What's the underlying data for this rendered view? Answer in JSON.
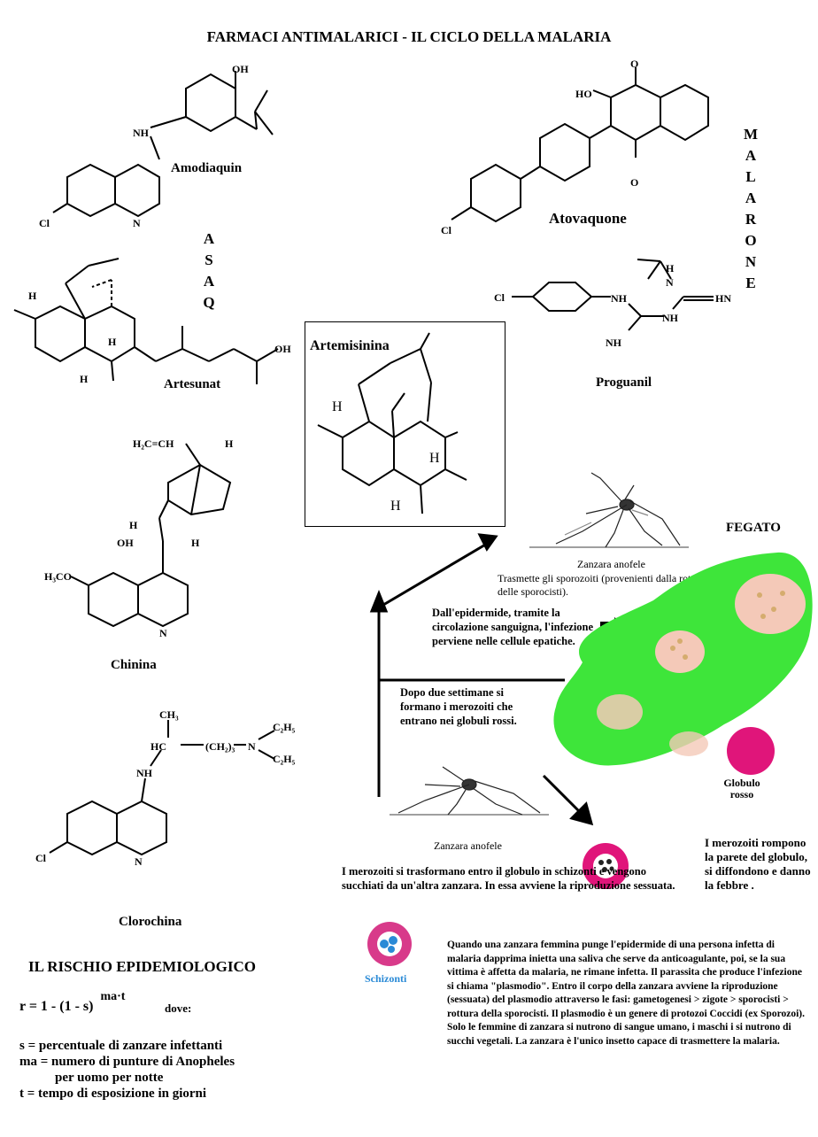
{
  "title": "FARMACI ANTIMALARICI - IL CICLO DELLA MALARIA",
  "drugs": {
    "amodiaquin": {
      "name": "Amodiaquin",
      "atoms": {
        "oh": "OH",
        "nh": "NH",
        "cl": "Cl",
        "n": "N"
      }
    },
    "artesunat": {
      "name": "Artesunat",
      "atoms": {
        "h1": "H",
        "h2": "H",
        "h3": "H",
        "oh": "OH"
      }
    },
    "chinina": {
      "name": "Chinina",
      "atoms": {
        "vinyl": "H₂C=CH",
        "h1": "H",
        "h2": "H",
        "oh": "OH",
        "h3": "H",
        "methoxy": "H₃CO",
        "n": "N"
      }
    },
    "clorochina": {
      "name": "Clorochina",
      "atoms": {
        "ch3": "CH₃",
        "hc": "HC",
        "chain": "(CH₂)₃",
        "n": "N",
        "c2h5a": "C₂H₅",
        "c2h5b": "C₂H₅",
        "nh": "NH",
        "cl": "Cl",
        "n2": "N"
      }
    },
    "artemisinina": {
      "name": "Artemisinina",
      "atoms": {
        "h1": "H",
        "h2": "H",
        "h3": "H"
      }
    },
    "atovaquone": {
      "name": "Atovaquone",
      "atoms": {
        "ho": "HO",
        "cl": "Cl"
      }
    },
    "proguanil": {
      "name": "Proguanil",
      "atoms": {
        "cl": "Cl",
        "nh1": "NH",
        "h": "H",
        "n": "N",
        "hn": "HN",
        "nh2": "NH",
        "h2": "H"
      }
    }
  },
  "combo_asaq": [
    "A",
    "S",
    "A",
    "Q"
  ],
  "combo_malarone": [
    "M",
    "A",
    "L",
    "A",
    "R",
    "O",
    "N",
    "E"
  ],
  "cycle": {
    "mosquito_top_label": "Zanzara anofele",
    "transmits_text": "Trasmette gli sporozoiti (provenienti dalla rottura delle sporocisti).",
    "liver_label": "FEGATO",
    "blood_path_text": "Dall'epidermide, tramite la circolazione sanguigna, l'infezione perviene nelle cellule epatiche.",
    "merozoites_text": "Dopo due settimane si formano i merozoiti che entrano nei globuli rossi.",
    "globulo_label": "Globulo rosso",
    "mosquito_bottom_label": "Zanzara anofele",
    "schizonti_text": "I merozoiti si trasformano entro il globulo in schizonti e vengono succhiati da un'altra zanzara. In essa avviene la riproduzione sessuata.",
    "rupture_text": "I merozoiti rompono la parete del globulo, si diffondono e danno la febbre .",
    "schizonti_label": "Schizonti",
    "long_text": "Quando una zanzara femmina punge l'epidermide di una persona infetta di malaria dapprima inietta una saliva che serve da anticoagulante, poi, se la sua vittima è affetta da malaria, ne rimane infetta. Il parassita che produce l'infezione si chiama \"plasmodio\". Entro il corpo della zanzara avviene la riproduzione (sessuata) del plasmodio attraverso le fasi: gametogenesi > zigote > sporocisti > rottura della sporocisti. Il plasmodio è un genere di protozoi Coccidi (ex Sporozoi). Solo le femmine di zanzara si nutrono di sangue umano, i maschi i si nutrono di succhi vegetali. La zanzara è l'unico insetto capace di trasmettere la malaria.",
    "colors": {
      "liver": "#3ee53a",
      "liver_spots": "#f4c9b8",
      "cell": "#e0157a",
      "schizonti_cell": "#d83a8a",
      "schizonti_text": "#2a8ad6"
    }
  },
  "risk": {
    "heading": "IL RISCHIO EPIDEMIOLOGICO",
    "formula": "r = 1 - (1 - s)",
    "exponent": "ma·t",
    "formula_suffix": "dove:",
    "defs": [
      "s = percentuale di zanzare infettanti",
      "ma = numero di punture di Anopheles",
      "per uomo per notte",
      "t = tempo di esposizione in giorni"
    ]
  }
}
